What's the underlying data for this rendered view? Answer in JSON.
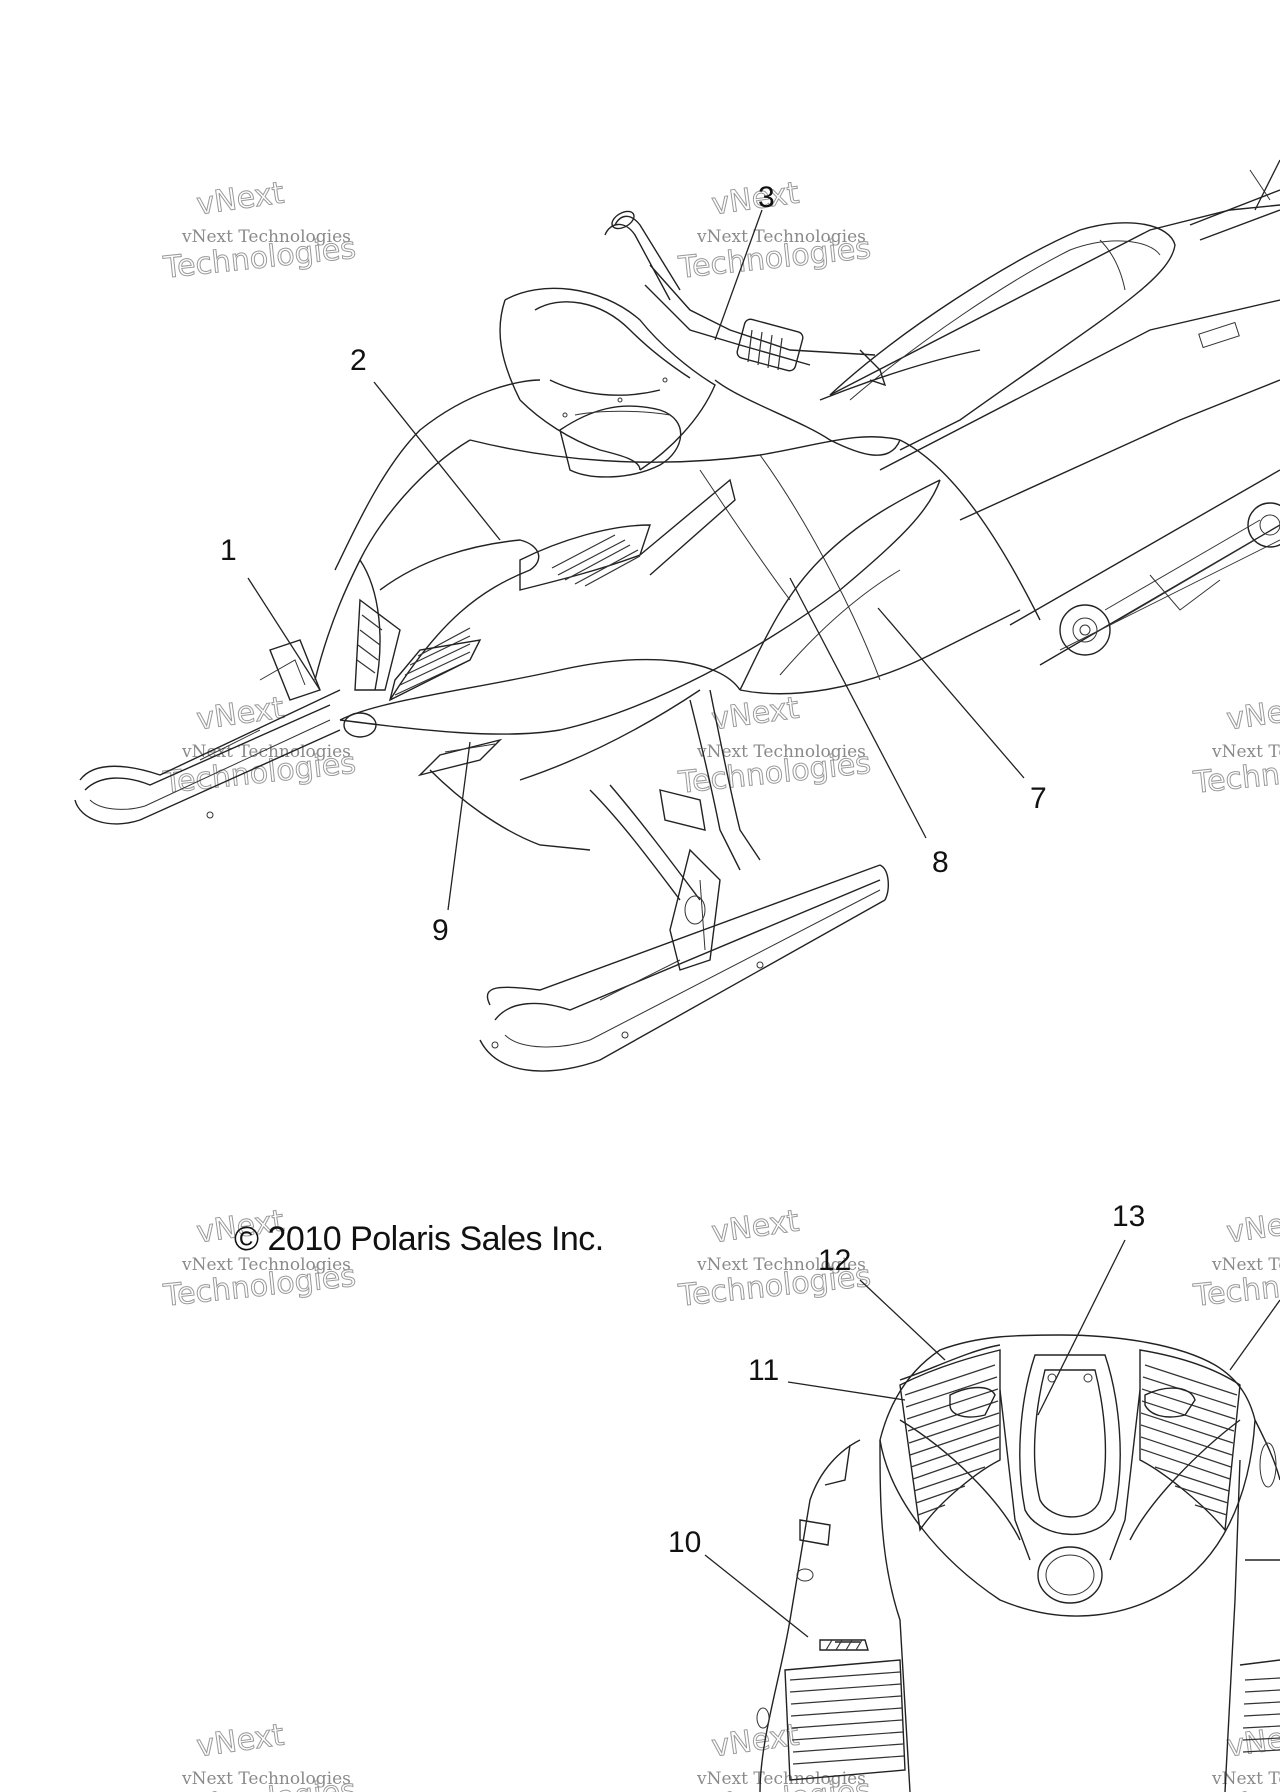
{
  "copyright": "© 2010 Polaris Sales Inc.",
  "callouts": [
    {
      "id": "1",
      "label": "1"
    },
    {
      "id": "2",
      "label": "2"
    },
    {
      "id": "3",
      "label": "3"
    },
    {
      "id": "7",
      "label": "7"
    },
    {
      "id": "8",
      "label": "8"
    },
    {
      "id": "9",
      "label": "9"
    },
    {
      "id": "10",
      "label": "10"
    },
    {
      "id": "11",
      "label": "11"
    },
    {
      "id": "12",
      "label": "12"
    },
    {
      "id": "13",
      "label": "13"
    }
  ],
  "watermark": {
    "line1": "vNext Technologies",
    "line2": "Technologies",
    "line3": "vNext"
  }
}
